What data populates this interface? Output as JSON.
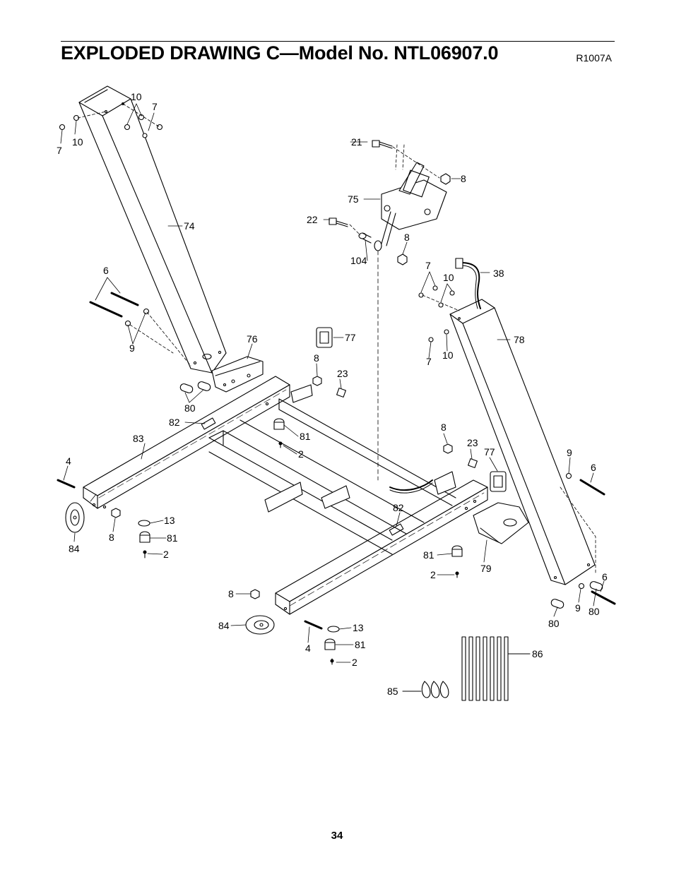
{
  "document": {
    "title": "EXPLODED DRAWING C—Model No. NTL06907.0",
    "drawing_code": "R1007A",
    "page_number": "34"
  },
  "callouts": [
    {
      "id": "c7a",
      "label": "7"
    },
    {
      "id": "c10a",
      "label": "10"
    },
    {
      "id": "c10b",
      "label": "10"
    },
    {
      "id": "c7b",
      "label": "7"
    },
    {
      "id": "c74",
      "label": "74"
    },
    {
      "id": "c6a",
      "label": "6"
    },
    {
      "id": "c9a",
      "label": "9"
    },
    {
      "id": "c76",
      "label": "76"
    },
    {
      "id": "c80a",
      "label": "80"
    },
    {
      "id": "c82a",
      "label": "82"
    },
    {
      "id": "c83",
      "label": "83"
    },
    {
      "id": "c4a",
      "label": "4"
    },
    {
      "id": "c84a",
      "label": "84"
    },
    {
      "id": "c8a",
      "label": "8"
    },
    {
      "id": "c13a",
      "label": "13"
    },
    {
      "id": "c81a",
      "label": "81"
    },
    {
      "id": "c2a",
      "label": "2"
    },
    {
      "id": "c81b",
      "label": "81"
    },
    {
      "id": "c2b",
      "label": "2"
    },
    {
      "id": "c8b",
      "label": "8"
    },
    {
      "id": "c23a",
      "label": "23"
    },
    {
      "id": "c77a",
      "label": "77"
    },
    {
      "id": "c21",
      "label": "21"
    },
    {
      "id": "c8c",
      "label": "8"
    },
    {
      "id": "c75",
      "label": "75"
    },
    {
      "id": "c22",
      "label": "22"
    },
    {
      "id": "c8d",
      "label": "8"
    },
    {
      "id": "c104",
      "label": "104"
    },
    {
      "id": "c7c",
      "label": "7"
    },
    {
      "id": "c10c",
      "label": "10"
    },
    {
      "id": "c38",
      "label": "38"
    },
    {
      "id": "c78",
      "label": "78"
    },
    {
      "id": "c7d",
      "label": "7"
    },
    {
      "id": "c10d",
      "label": "10"
    },
    {
      "id": "c8e",
      "label": "8"
    },
    {
      "id": "c23b",
      "label": "23"
    },
    {
      "id": "c77b",
      "label": "77"
    },
    {
      "id": "c82b",
      "label": "82"
    },
    {
      "id": "c9b",
      "label": "9"
    },
    {
      "id": "c6b",
      "label": "6"
    },
    {
      "id": "c81c",
      "label": "81"
    },
    {
      "id": "c2c",
      "label": "2"
    },
    {
      "id": "c79",
      "label": "79"
    },
    {
      "id": "c6c",
      "label": "6"
    },
    {
      "id": "c9c",
      "label": "9"
    },
    {
      "id": "c80b",
      "label": "80"
    },
    {
      "id": "c80c",
      "label": "80"
    },
    {
      "id": "c8f",
      "label": "8"
    },
    {
      "id": "c84b",
      "label": "84"
    },
    {
      "id": "c4b",
      "label": "4"
    },
    {
      "id": "c13b",
      "label": "13"
    },
    {
      "id": "c81d",
      "label": "81"
    },
    {
      "id": "c2d",
      "label": "2"
    },
    {
      "id": "c86",
      "label": "86"
    },
    {
      "id": "c85",
      "label": "85"
    }
  ]
}
